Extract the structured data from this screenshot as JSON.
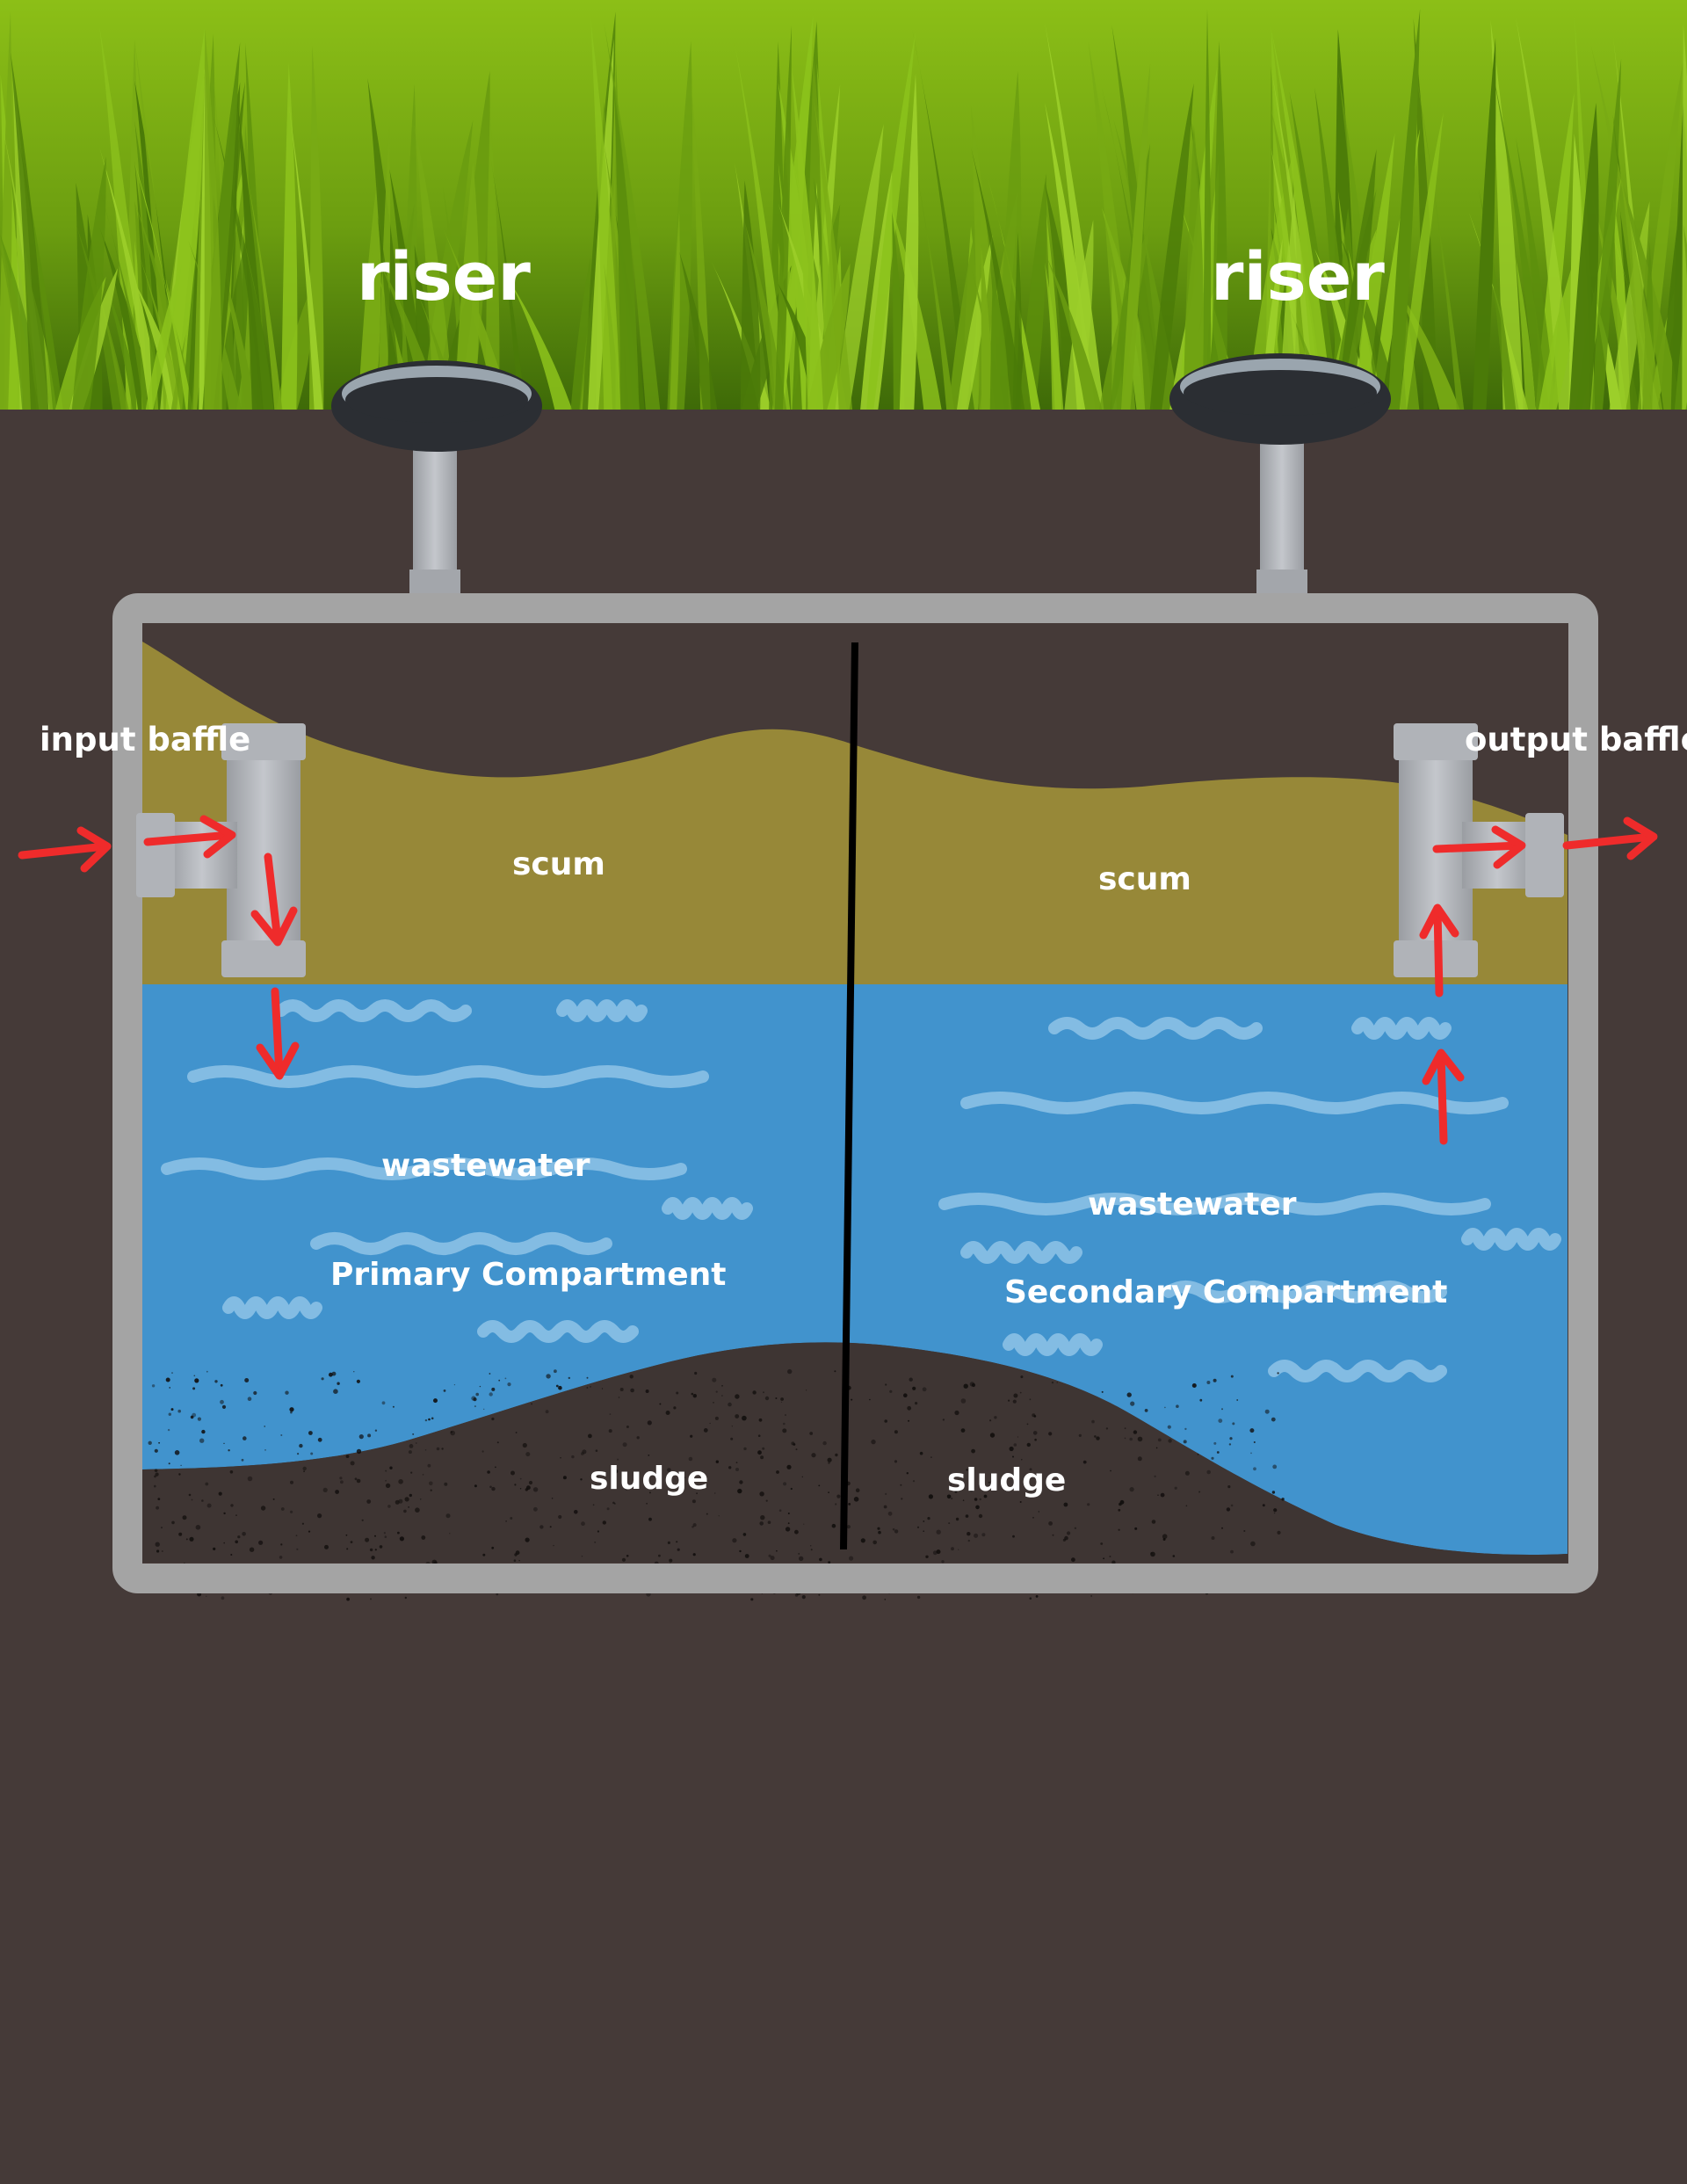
{
  "labels": {
    "riser_left": "riser",
    "riser_right": "riser",
    "input_baffle": "input baffle",
    "output_baffle": "output baffle",
    "scum_left": "scum",
    "scum_right": "scum",
    "wastewater_left": "wastewater",
    "wastewater_right": "wastewater",
    "primary_compartment": "Primary Compartment",
    "secondary_compartment": "Secondary Compartment",
    "sludge_left": "sludge",
    "sludge_right": "sludge"
  },
  "colors": {
    "soil": "#453a38",
    "grass_dark": "#3f6a0a",
    "grass_light": "#8fbf1a",
    "tank_wall": "#a4a4a4",
    "scum": "#978838",
    "wastewater": "#4193cd",
    "wave": "#8fc3e6",
    "sludge": "#3e3533",
    "pipe": "#b5b8bd",
    "flow_arrow": "#ef2b2b",
    "divider": "#000000",
    "riser_lid": "#2b2e33"
  }
}
